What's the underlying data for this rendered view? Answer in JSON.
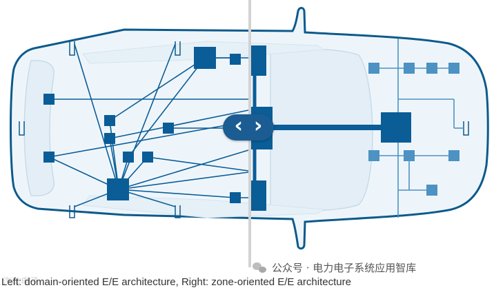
{
  "caption": "Left: domain-oriented E/E architecture, Right: zone-oriented E/E architecture",
  "watermark_right": "公众号 · 电力电子系统应用智库",
  "watermark_left": "汽车电子",
  "slider": {
    "left_arrow": "‹",
    "right_arrow": "›"
  },
  "colors": {
    "car_outline": "#0c5a8c",
    "car_fill": "#eef5fa",
    "domain_blue": "#0a5d97",
    "zone_blue": "#4c92c2",
    "divider": "#d3d3d3",
    "slider_bg": "#1b5d92"
  }
}
